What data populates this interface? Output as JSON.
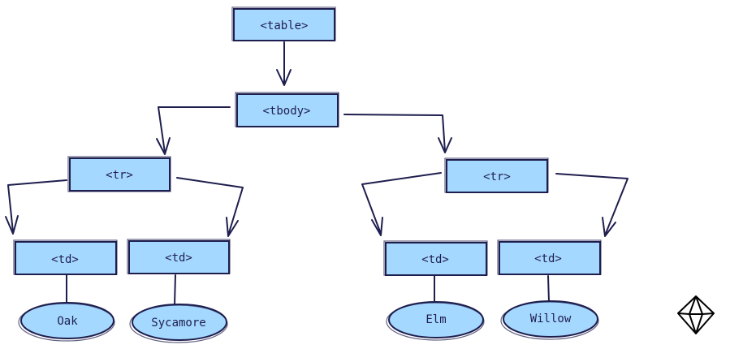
{
  "diagram": {
    "root": {
      "label": "<table>"
    },
    "tbody": {
      "label": "<tbody>"
    },
    "rows": [
      {
        "label": "<tr>",
        "cells": [
          {
            "label": "<td>",
            "value": "Oak"
          },
          {
            "label": "<td>",
            "value": "Sycamore"
          }
        ]
      },
      {
        "label": "<tr>",
        "cells": [
          {
            "label": "<td>",
            "value": "Elm"
          },
          {
            "label": "<td>",
            "value": "Willow"
          }
        ]
      }
    ]
  },
  "logo": {
    "icon": "excalidraw-logo-icon"
  },
  "colors": {
    "node_fill": "#a5d8ff",
    "stroke": "#1e1e4e"
  }
}
